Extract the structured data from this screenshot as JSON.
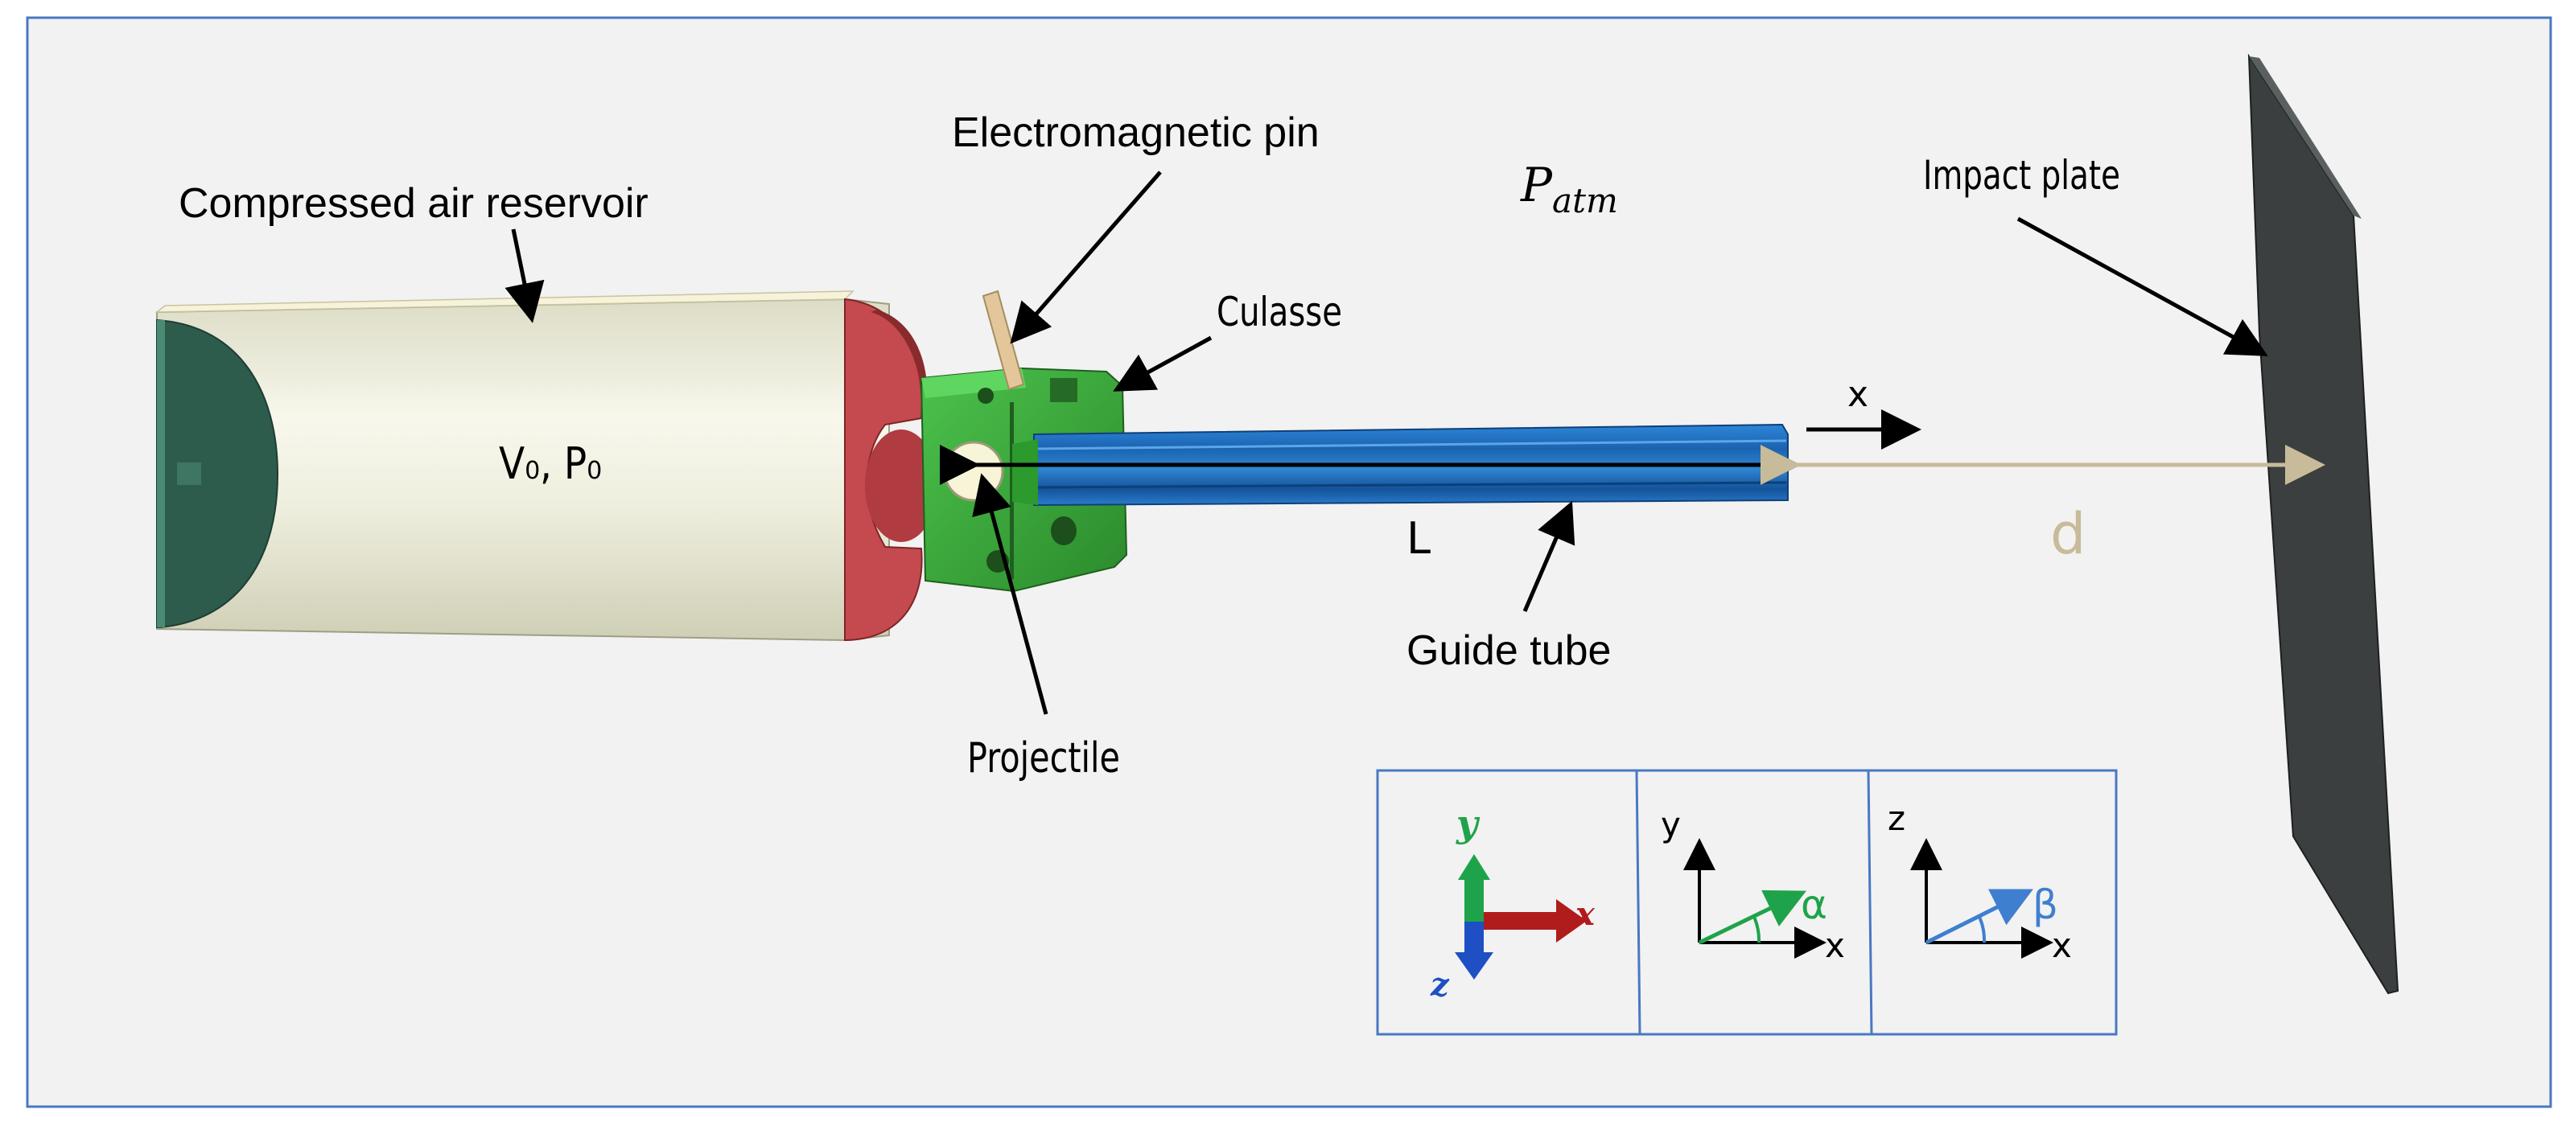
{
  "labels": {
    "reservoir": "Compressed air reservoir",
    "pin": "Electromagnetic pin",
    "culasse": "Culasse",
    "patm_main": "P",
    "patm_sub": "atm",
    "impact_plate": "Impact plate",
    "v0p0": "V₀, P₀",
    "x_dir": "x",
    "distance": "d",
    "length": "L",
    "guide_tube": "Guide tube",
    "projectile": "Projectile"
  },
  "axes_panel": {
    "frame_y": "y",
    "frame_x": "x",
    "frame_z": "z",
    "xy_y": "y",
    "xy_x": "x",
    "alpha": "α",
    "xz_z": "z",
    "xz_x": "x",
    "beta": "β"
  },
  "colors": {
    "background": "#f2f2f2",
    "border": "#4a78c2",
    "reservoir_body": "#eeeedd",
    "reservoir_cap": "#2e5c4c",
    "flange_red": "#c44a4f",
    "culasse_green": "#3aa63a",
    "tube_blue": "#1f6fbf",
    "impact_plate": "#3b3f3f",
    "distance_tan": "#c8bb9a",
    "axis_x_red": "#b01c1c",
    "axis_y_green": "#1fa34a",
    "axis_z_blue": "#1f4fc4",
    "alpha_green": "#1fa34a",
    "beta_blue": "#3f7fd0"
  }
}
